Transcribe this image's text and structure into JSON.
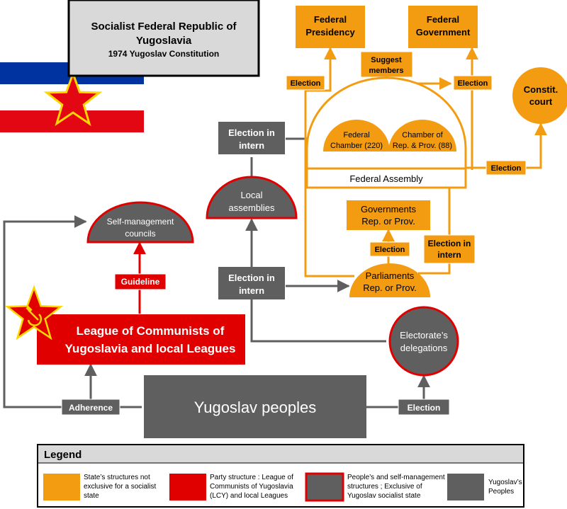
{
  "title": {
    "line1": "Socialist Federal Republic of",
    "line2": "Yugoslavia",
    "subtitle": "1974 Yugoslav Constitution"
  },
  "nodes": {
    "federal_presidency": [
      "Federal",
      "Presidency"
    ],
    "federal_government": [
      "Federal",
      "Government"
    ],
    "suggest_members": [
      "Suggest",
      "members"
    ],
    "election_presidency": "Election",
    "election_government": "Election",
    "constit_court": [
      "Constit.",
      "court"
    ],
    "federal_chamber": [
      "Federal",
      "Chamber (220)"
    ],
    "chamber_rep_prov": [
      "Chamber of",
      "Rep. & Prov. (88)"
    ],
    "federal_assembly": "Federal Assembly",
    "election_court": "Election",
    "election_in_intern_top": [
      "Election in",
      "intern"
    ],
    "local_assemblies": [
      "Local",
      "assemblies"
    ],
    "governments_rep_prov": [
      "Governments",
      "Rep. or Prov."
    ],
    "election_governments": "Election",
    "election_in_intern_right": [
      "Election in",
      "intern"
    ],
    "self_management_councils": [
      "Self-management",
      "councils"
    ],
    "guideline": "Guideline",
    "election_in_intern_mid": [
      "Election in",
      "intern"
    ],
    "parliaments_rep_prov": [
      "Parliaments",
      "Rep. or Prov."
    ],
    "league_of_communists": [
      "League of Communists of",
      "Yugoslavia and local Leagues"
    ],
    "electorates_delegations": [
      "Electorate’s",
      "delegations"
    ],
    "yugoslav_peoples": "Yugoslav peoples",
    "adherence": "Adherence",
    "election_peoples": "Election"
  },
  "legend": {
    "title": "Legend",
    "items": [
      {
        "lines": [
          "State’s structures not",
          "exclusive for a socialist",
          "state"
        ],
        "color": "#F39C12"
      },
      {
        "lines": [
          "Party structure : League of",
          "Communists of Yugoslavia",
          "(LCY) and local Leagues"
        ],
        "color": "#E00000"
      },
      {
        "lines": [
          "People’s and self-management",
          "structures ; Exclusive of",
          "Yugoslav socialist state"
        ],
        "color": "#5F5F5F",
        "border": "#E00000"
      },
      {
        "lines": [
          "Yugoslav’s",
          "Peoples"
        ],
        "color": "#5F5F5F"
      }
    ]
  },
  "colors": {
    "orange": "#F39C12",
    "red": "#E00000",
    "gray": "#5F5F5F",
    "light_gray": "#D9D9D9",
    "flag_blue": "#0033A0",
    "flag_red": "#E30613",
    "star_yellow": "#FFD700"
  }
}
